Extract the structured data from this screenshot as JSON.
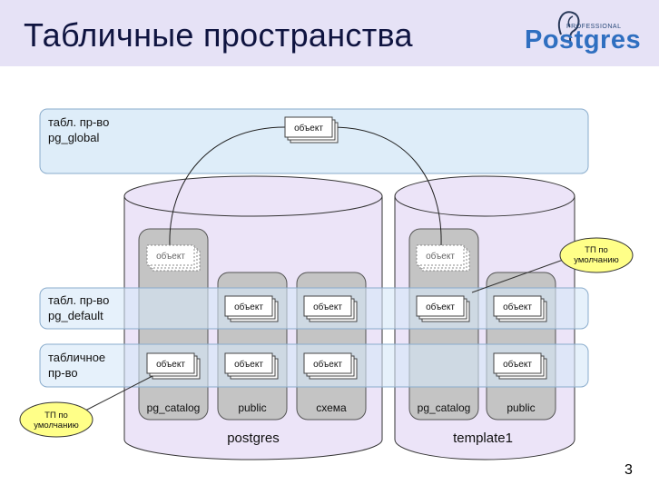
{
  "slide": {
    "title": "Табличные пространства",
    "page_number": "3"
  },
  "logo": {
    "word": "Postgres",
    "small_text": "PROFESSIONAL"
  },
  "tablespaces": {
    "global": [
      "табл. пр-во",
      "pg_global"
    ],
    "default": [
      "табл. пр-во",
      "pg_default"
    ],
    "custom": [
      "табличное",
      "пр-во"
    ]
  },
  "databases": {
    "postgres": {
      "label": "postgres",
      "schemas": [
        "pg_catalog",
        "public",
        "схема"
      ]
    },
    "template1": {
      "label": "template1",
      "schemas": [
        "pg_catalog",
        "public"
      ]
    }
  },
  "object_label": "объект",
  "callouts": {
    "default_ts_left": [
      "ТП по",
      "умолчанию"
    ],
    "default_ts_right": [
      "ТП по",
      "умолчанию"
    ]
  },
  "colors": {
    "header_bg": "#e6e2f6",
    "band_fill": "#e4eef8",
    "band_stroke": "#8aaccc",
    "cylinder_fill": "#ece4f8",
    "schema_fill": "#c4c4c4",
    "callout_fill": "#ffff88"
  }
}
